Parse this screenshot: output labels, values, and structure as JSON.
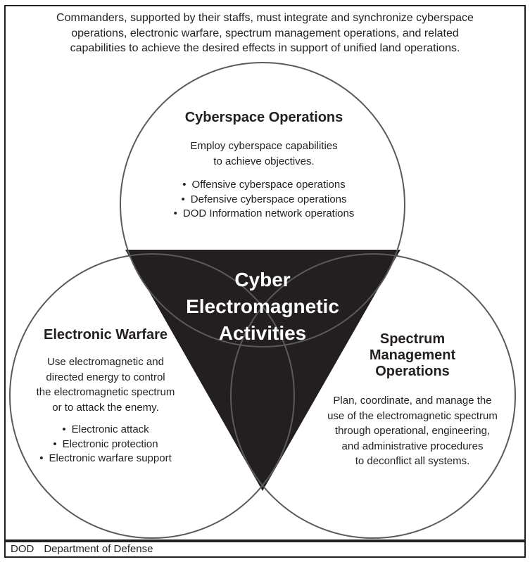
{
  "header": {
    "lines": [
      "Commanders, supported by their staffs, must integrate and synchronize cyberspace",
      "operations, electronic warfare, spectrum management operations, and related",
      "capabilities to achieve the desired effects in support of unified land operations."
    ]
  },
  "center": {
    "title_lines": [
      "Cyber",
      "Electromagnetic",
      "Activities"
    ]
  },
  "bullet_glyph": "•",
  "circles": {
    "cyberspace": {
      "title": "Cyberspace Operations",
      "desc_lines": [
        "Employ cyberspace capabilities",
        "to achieve objectives."
      ],
      "bullets": [
        "Offensive cyberspace operations",
        "Defensive cyberspace operations",
        "DOD Information network operations"
      ]
    },
    "electronic_warfare": {
      "title": "Electronic Warfare",
      "desc_lines": [
        "Use electromagnetic and",
        "directed energy to control",
        "the electromagnetic spectrum",
        "or to attack the enemy."
      ],
      "bullets": [
        "Electronic attack",
        "Electronic protection",
        "Electronic warfare support"
      ]
    },
    "spectrum": {
      "title_lines": [
        "Spectrum",
        "Management",
        "Operations"
      ],
      "desc_lines": [
        "Plan, coordinate, and manage the",
        "use of the electromagnetic spectrum",
        "through operational, engineering,",
        "and administrative procedures",
        "to deconflict all systems."
      ]
    }
  },
  "footer": {
    "abbr": "DOD",
    "definition": "Department of Defense"
  },
  "colors": {
    "ink": "#231f20",
    "circle_stroke": "#595a5c",
    "triangle_fill": "#231f20",
    "center_text": "#ffffff"
  }
}
